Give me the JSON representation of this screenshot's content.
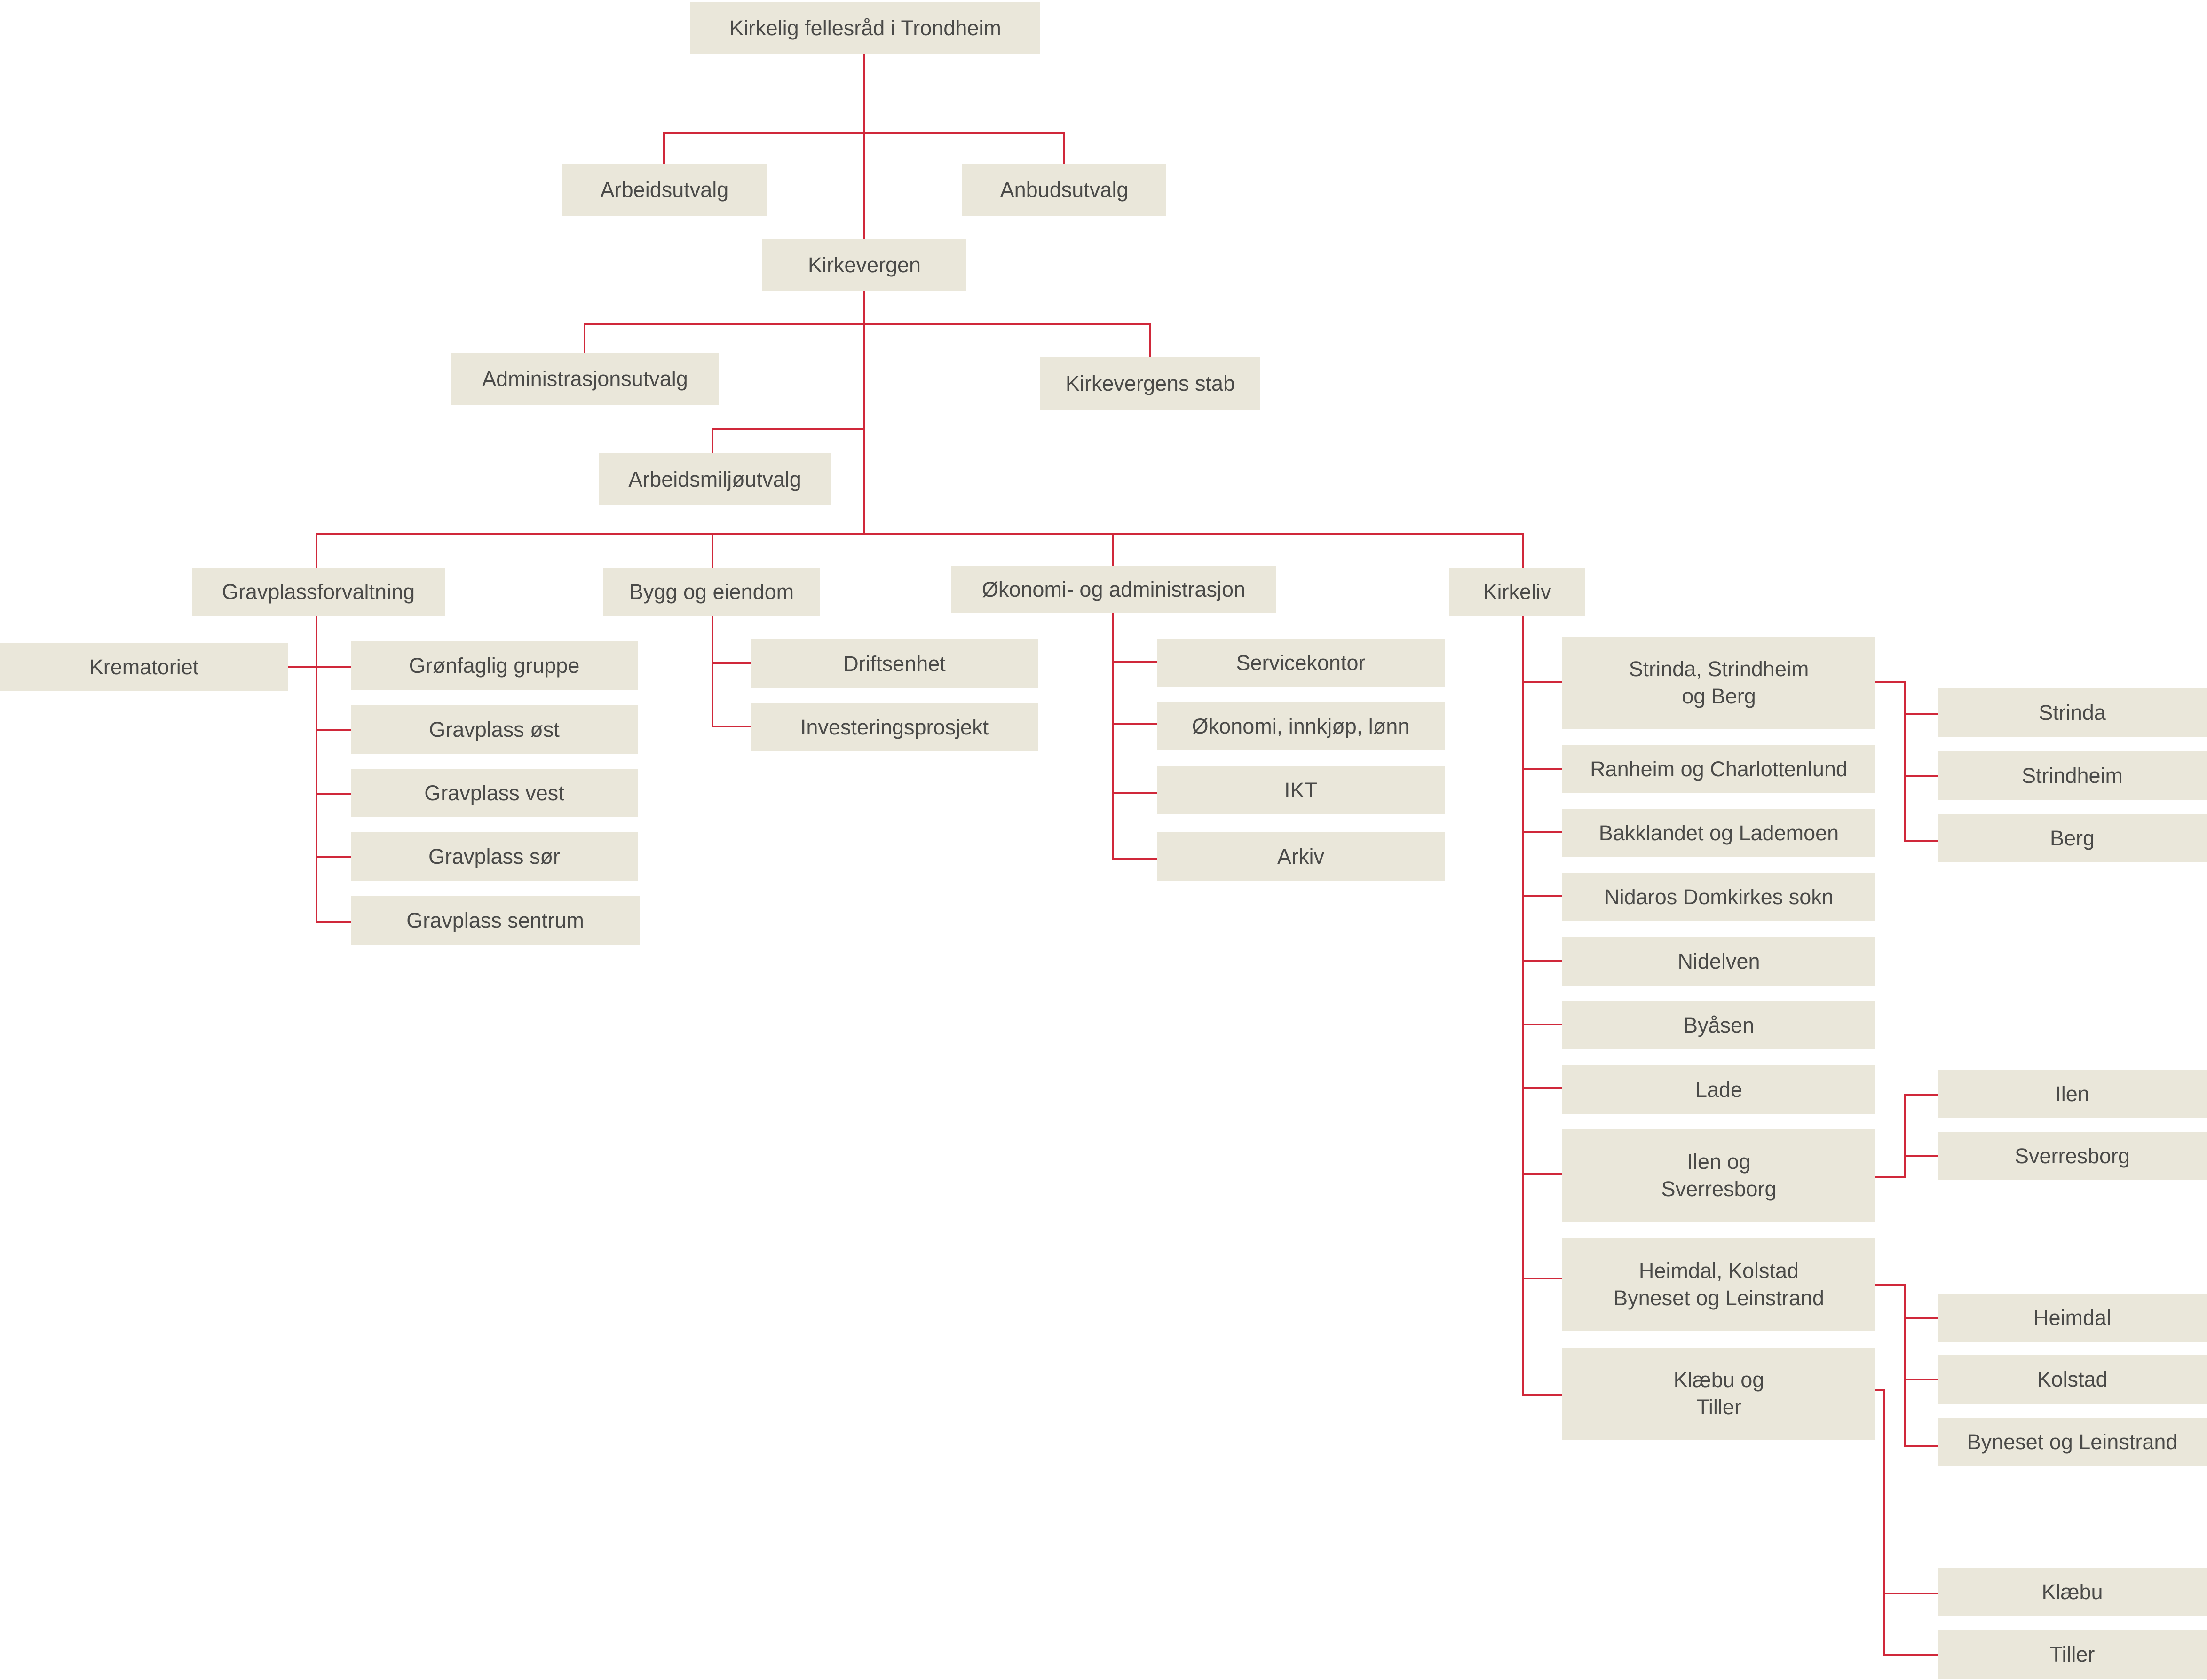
{
  "colors": {
    "box": "#eae7da",
    "line": "#d0283a",
    "text": "#4a4a48"
  },
  "nodes": {
    "root": "Kirkelig fellesråd i Trondheim",
    "arbeidsutvalg": "Arbeidsutvalg",
    "anbudsutvalg": "Anbudsutvalg",
    "kirkevergen": "Kirkevergen",
    "administrasjonsutvalg": "Administrasjonsutvalg",
    "kirkevergens_stab": "Kirkevergens stab",
    "arbeidsmiljoutvalg": "Arbeidsmiljøutvalg",
    "gravplassforvaltning": "Gravplassforvaltning",
    "bygg_og_eiendom": "Bygg og eiendom",
    "okonomi_og_administrasjon": "Økonomi- og administrasjon",
    "kirkeliv": "Kirkeliv",
    "krematoriet": "Krematoriet",
    "gronfaglig_gruppe": "Grønfaglig gruppe",
    "gravplass_ost": "Gravplass øst",
    "gravplass_vest": "Gravplass vest",
    "gravplass_sor": "Gravplass sør",
    "gravplass_sentrum": "Gravplass sentrum",
    "driftsenhet": "Driftsenhet",
    "investeringsprosjekt": "Investeringsprosjekt",
    "servicekontor": "Servicekontor",
    "okonomi_innkjop_lonn": "Økonomi, innkjøp, lønn",
    "ikt": "IKT",
    "arkiv": "Arkiv",
    "strinda_strindheim_berg": "Strinda, Strindheim\nog Berg",
    "ranheim_charlottenlund": "Ranheim og Charlottenlund",
    "bakklandet_lademoen": "Bakklandet og Lademoen",
    "nidaros_domkirkes_sokn": "Nidaros Domkirkes sokn",
    "nidelven": "Nidelven",
    "byasen": "Byåsen",
    "lade": "Lade",
    "ilen_sverresborg": "Ilen og\nSverresborg",
    "heimdal_kolstad_byneset_leinstrand": "Heimdal, Kolstad\nByneset og Leinstrand",
    "klabu_tiller": "Klæbu og\nTiller",
    "strinda": "Strinda",
    "strindheim": "Strindheim",
    "berg": "Berg",
    "ilen": "Ilen",
    "sverresborg": "Sverresborg",
    "heimdal": "Heimdal",
    "kolstad": "Kolstad",
    "byneset_leinstrand": "Byneset og Leinstrand",
    "klabu": "Klæbu",
    "tiller": "Tiller"
  }
}
